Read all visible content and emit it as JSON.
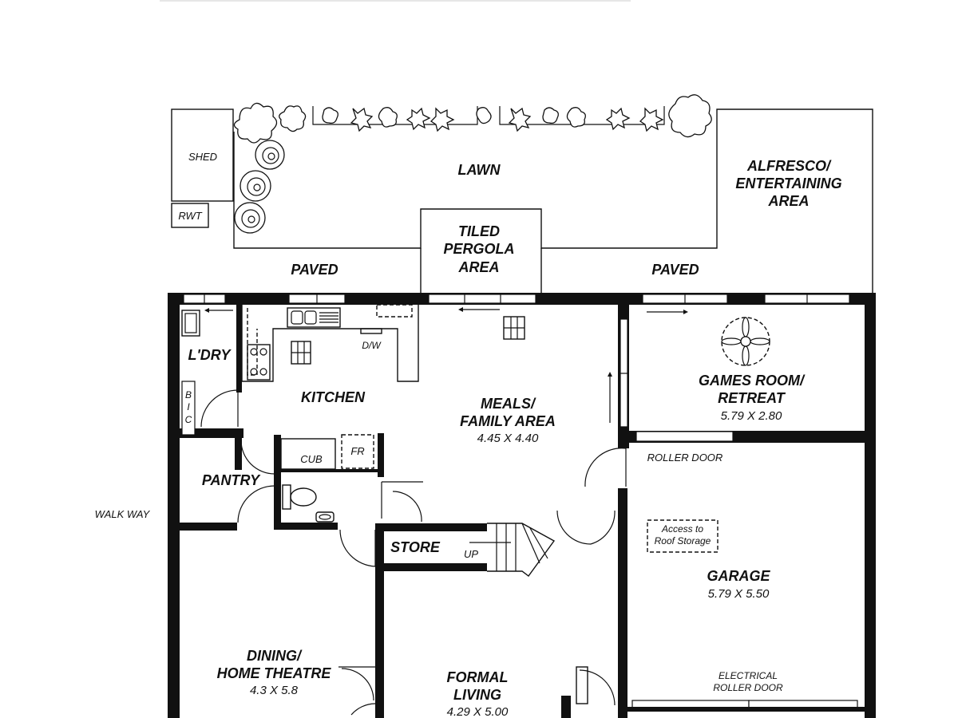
{
  "plan": {
    "labels": {
      "shed": "SHED",
      "rwt": "RWT",
      "lawn": "LAWN",
      "alfresco": [
        "ALFRESCO/",
        "ENTERTAINING",
        "AREA"
      ],
      "pergola": [
        "TILED",
        "PERGOLA",
        "AREA"
      ],
      "paved_left": "PAVED",
      "paved_right": "PAVED",
      "laundry": "L'DRY",
      "bic": [
        "B",
        "I",
        "C"
      ],
      "dw": "D/W",
      "kitchen": "KITCHEN",
      "meals": [
        "MEALS/",
        "FAMILY AREA"
      ],
      "meals_dim": "4.45 X 4.40",
      "games": [
        "GAMES ROOM/",
        "RETREAT"
      ],
      "games_dim": "5.79 X 2.80",
      "roller_door": "ROLLER DOOR",
      "pantry": "PANTRY",
      "cub": "CUB",
      "fr": "FR",
      "walkway": "WALK WAY",
      "store": "STORE",
      "up": "UP",
      "roof_access": [
        "Access to",
        "Roof Storage"
      ],
      "garage": "GARAGE",
      "garage_dim": "5.79 X 5.50",
      "dining": [
        "DINING/",
        "HOME THEATRE"
      ],
      "dining_dim": "4.3 X 5.8",
      "formal": [
        "FORMAL",
        "LIVING"
      ],
      "formal_dim": "4.29 X 5.00",
      "electrical_roller": [
        "ELECTRICAL",
        "ROLLER DOOR"
      ]
    }
  }
}
